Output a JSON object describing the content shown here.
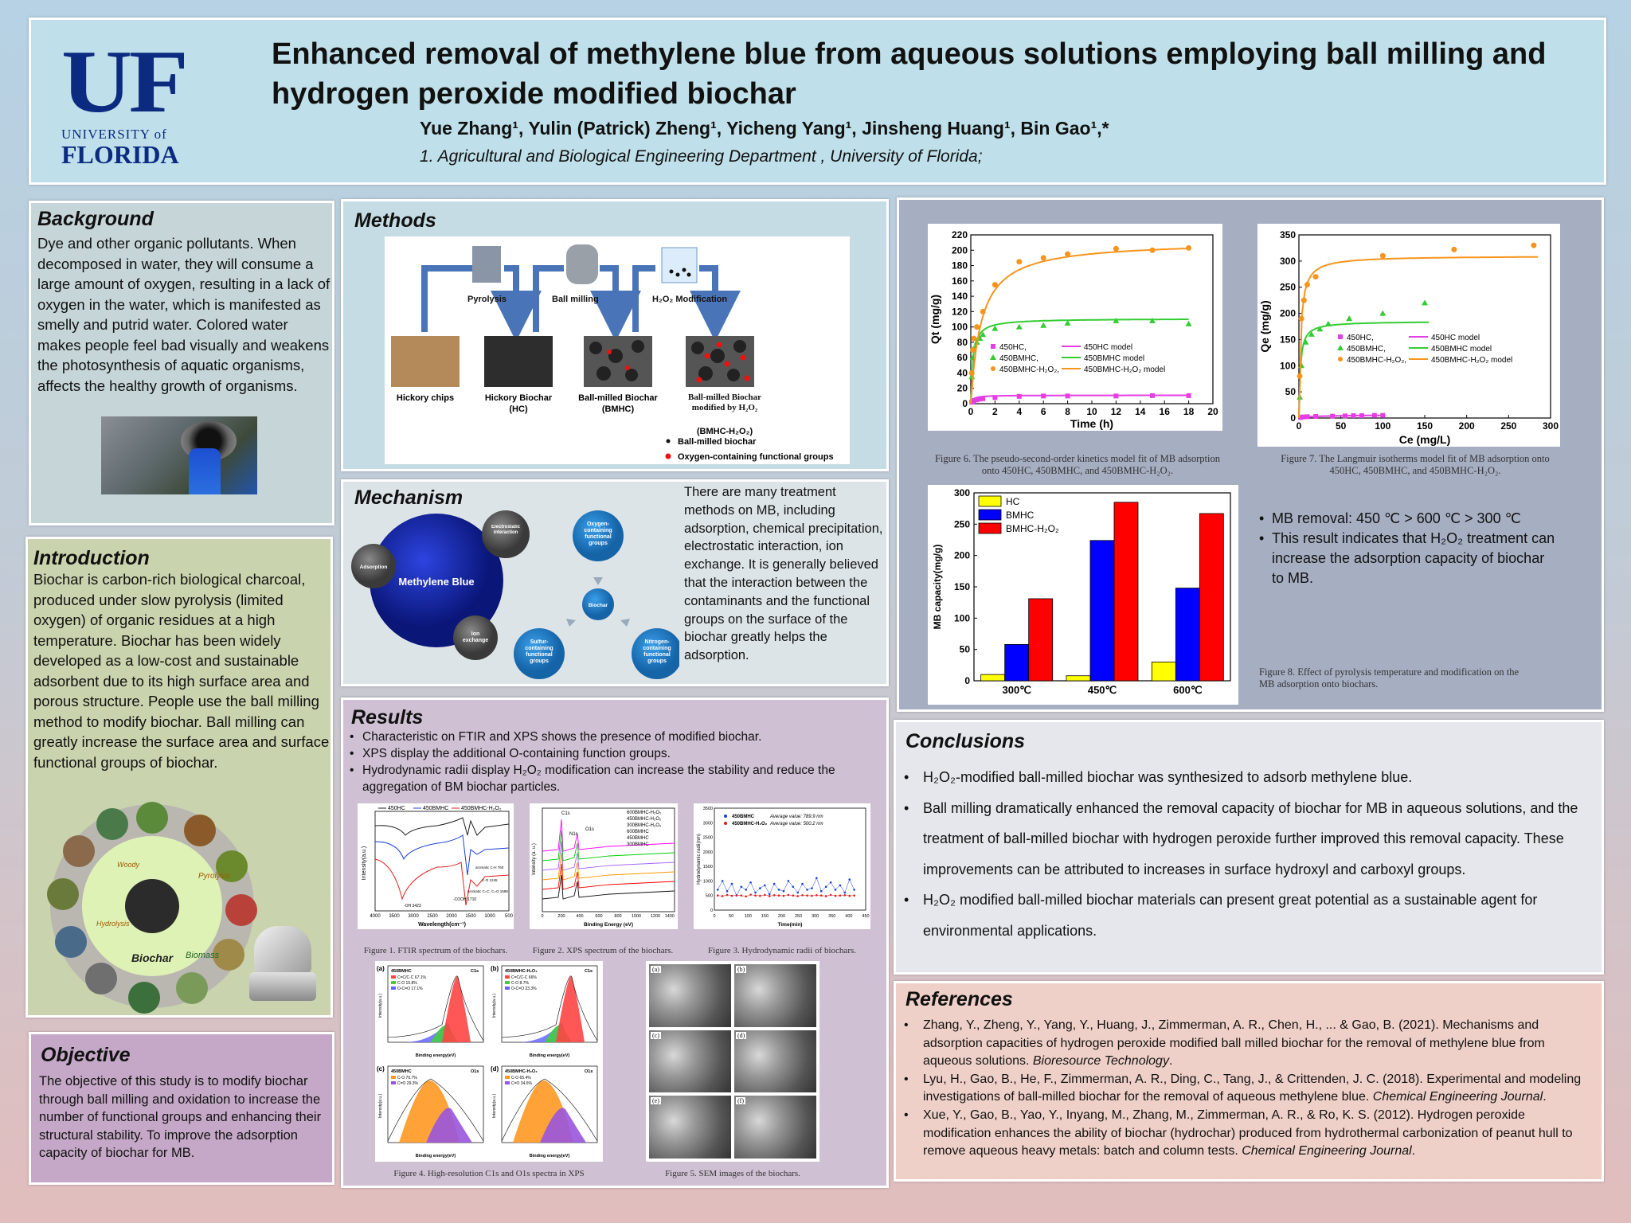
{
  "header": {
    "logo_uf": "UF",
    "logo_university": "UNIVERSITY of",
    "logo_florida": "FLORIDA",
    "title": "Enhanced removal of methylene blue from aqueous solutions employing ball milling and hydrogen peroxide modified biochar",
    "authors": "Yue Zhang¹, Yulin (Patrick) Zheng¹, Yicheng Yang¹, Jinsheng Huang¹, Bin Gao¹,*",
    "affiliation": "1. Agricultural and Biological Engineering Department , University of Florida;"
  },
  "background": {
    "title": "Background",
    "text": "Dye and other organic pollutants. When decomposed in water, they will consume a large amount of oxygen, resulting in a lack of oxygen in the water, which is manifested as smelly and putrid water. Colored water makes people feel bad visually and weakens the photosynthesis of aquatic organisms, affects the healthy growth of organisms."
  },
  "introduction": {
    "title": "Introduction",
    "text": "Biochar is carbon-rich biological charcoal, produced under slow pyrolysis (limited oxygen) of organic residues at a high temperature. Biochar has been widely developed as a low-cost and sustainable adsorbent due to its high surface area and porous structure. People use the ball milling method to modify biochar. Ball milling can greatly increase the surface area and surface functional groups of biochar.",
    "wheel_center": "Biochar",
    "wheel_labels": [
      "Pyrolysis",
      "Biomass",
      "Woody",
      "Hydrolysis"
    ]
  },
  "objective": {
    "title": "Objective",
    "text": "The objective of this study is to modify biochar through ball milling and oxidation to increase the number of functional groups and enhancing their structural stability. To improve the adsorption capacity of biochar for MB."
  },
  "methods": {
    "title": "Methods",
    "steps": [
      "Pyrolysis",
      "Ball milling",
      "H₂O₂ Modification"
    ],
    "stages": [
      {
        "name": "Hickory chips",
        "sub": ""
      },
      {
        "name": "Hickory Biochar",
        "sub": "(HC)"
      },
      {
        "name": "Ball-milled Biochar",
        "sub": "(BMHC)"
      },
      {
        "name": "Ball-milled Biochar modified by H₂O₂",
        "sub": "(BMHC-H₂O₂)"
      }
    ],
    "legend": [
      "Ball-milled biochar",
      "Oxygen-containing functional groups"
    ]
  },
  "mechanism": {
    "title": "Mechanism",
    "nodes": {
      "center": "Methylene Blue",
      "adsorption": "Adsorption",
      "electrostatic": "Electrostatic interaction",
      "ion": "Ion exchange",
      "biochar": "Biochar",
      "oxygen": "Oxygen-containing functional groups",
      "sulfur": "Sulfur-containing functional groups",
      "nitrogen": "Nitrogen-containing functional groups"
    },
    "text": "There are many treatment methods on MB, including adsorption, chemical precipitation, electrostatic interaction, ion exchange. It is generally believed that the interaction between the contaminants and the functional groups on the surface of the biochar greatly helps the adsorption."
  },
  "results": {
    "title": "Results",
    "bullets": [
      "Characteristic on FTIR and XPS shows the presence of modified biochar.",
      "XPS display the additional O-containing function groups.",
      "Hydrodynamic radii display H₂O₂ modification can increase the stability and reduce the aggregation of BM biochar particles."
    ],
    "fig1": {
      "caption": "Figure 1. FTIR spectrum of the biochars.",
      "legend": [
        "450HC",
        "450BMHC",
        "450BMHC-H₂O₂"
      ],
      "ylabel": "Intensity(a.u.)",
      "xlabel": "Wavelength(cm⁻¹)",
      "xticks": [
        "4000",
        "3500",
        "3000",
        "2500",
        "2000",
        "1500",
        "1000",
        "500"
      ],
      "annotations": [
        "-OH 3423",
        "-COOH 1710",
        "aromatic C=C, C=O 1598",
        "aromatic C-H 760",
        "C-O 1245"
      ]
    },
    "fig2": {
      "caption": "Figure 2. XPS spectrum of the biochars.",
      "legend": [
        "600BMHC-H₂O₂",
        "450BMHC-H₂O₂",
        "300BMHC-H₂O₂",
        "600BMHC",
        "450BMHC",
        "300BMHC"
      ],
      "ylabel": "Intensity (a. u.)",
      "xlabel": "Binding Energy (eV)",
      "xticks": [
        "0",
        "200",
        "400",
        "600",
        "800",
        "1000",
        "1200",
        "1400"
      ],
      "peaks": [
        "C1s",
        "N1s",
        "O1s"
      ]
    },
    "fig3": {
      "caption": "Figure 3. Hydrodynamic radii of biochars.",
      "ylabel": "Hydrodynamic radii(nm)",
      "xlabel": "Time(min)",
      "legend": [
        {
          "name": "450BMHC",
          "note": "Average value: 789.9 nm"
        },
        {
          "name": "450BMHC-H₂O₂",
          "note": "Average value: 500.2 nm"
        }
      ],
      "yticks": [
        "0",
        "500",
        "1000",
        "1500",
        "2000",
        "2500",
        "3000",
        "3500"
      ],
      "xticks": [
        "0",
        "50",
        "100",
        "150",
        "200",
        "250",
        "300",
        "350",
        "400",
        "450"
      ]
    },
    "fig4": {
      "caption": "Figure 4. High-resolution C1s and O1s spectra in XPS",
      "panels": [
        {
          "tag": "(a)",
          "sample": "450BMHC",
          "region": "C1s",
          "legend": [
            "C=C/C-C 67.1%",
            "C-O 15.8%",
            "O-C=O 17.1%"
          ]
        },
        {
          "tag": "(b)",
          "sample": "450BMHC-H₂O₂",
          "region": "C1s",
          "legend": [
            "C=C/C-C 66%",
            "C-O 8.7%",
            "O-C=O 23.3%"
          ]
        },
        {
          "tag": "(c)",
          "sample": "450BMHC",
          "region": "O1s",
          "legend": [
            "C-O 70.7%",
            "C=O 29.3%"
          ]
        },
        {
          "tag": "(d)",
          "sample": "450BMHC-H₂O₂",
          "region": "O1s",
          "legend": [
            "C-O 65.4%",
            "C=O 34.6%"
          ]
        }
      ],
      "xlabel": "Binding energy(eV)",
      "ylabel": "Intensity(a.u.)"
    },
    "fig5": {
      "caption": "Figure 5. SEM images of the biochars.",
      "tags": [
        "(a)",
        "(b)",
        "(c)",
        "(d)",
        "(e)",
        "(f)"
      ]
    }
  },
  "chart_data": [
    {
      "type": "line",
      "id": "fig6",
      "title": "",
      "xlabel": "Time (h)",
      "ylabel": "Qt (mg/g)",
      "xlim": [
        0,
        20
      ],
      "ylim": [
        0,
        220
      ],
      "xticks": [
        0,
        2,
        4,
        6,
        8,
        10,
        12,
        14,
        16,
        18,
        20
      ],
      "yticks": [
        0,
        20,
        40,
        60,
        80,
        100,
        120,
        140,
        160,
        180,
        200,
        220
      ],
      "series": [
        {
          "name": "450HC,",
          "model_name": "450HC model",
          "color": "#e43ee4",
          "marker": "square",
          "x": [
            0.08,
            0.17,
            0.25,
            0.5,
            0.75,
            1,
            2,
            4,
            6,
            8,
            12,
            15,
            18
          ],
          "y": [
            2,
            3,
            4,
            5,
            6,
            6.5,
            8,
            9.5,
            10,
            10,
            10,
            10.5,
            10.5
          ],
          "qe": 11,
          "k": 0.5
        },
        {
          "name": "450BMHC,",
          "model_name": "450BMHC model",
          "color": "#33cc33",
          "marker": "triangle",
          "x": [
            0.08,
            0.17,
            0.25,
            0.5,
            0.75,
            1,
            2,
            4,
            6,
            8,
            12,
            15,
            18
          ],
          "y": [
            35,
            60,
            72,
            80,
            85,
            90,
            98,
            100,
            102,
            105,
            108,
            108,
            104
          ],
          "qe": 111,
          "k": 0.055
        },
        {
          "name": "450BMHC-H₂O₂,",
          "model_name": "450BMHC-H₂O₂ model",
          "color": "#f7941d",
          "marker": "circle",
          "x": [
            0.08,
            0.17,
            0.25,
            0.5,
            1,
            2,
            4,
            6,
            8,
            12,
            15,
            18
          ],
          "y": [
            40,
            70,
            85,
            100,
            120,
            155,
            185,
            190,
            195,
            202,
            200,
            203
          ],
          "qe": 212,
          "k": 0.0055
        }
      ]
    },
    {
      "type": "line",
      "id": "fig7",
      "title": "",
      "xlabel": "Ce (mg/L)",
      "ylabel": "Qe (mg/g)",
      "xlim": [
        0,
        300
      ],
      "ylim": [
        0,
        350
      ],
      "xticks": [
        0,
        50,
        100,
        150,
        200,
        250,
        300
      ],
      "yticks": [
        0,
        50,
        100,
        150,
        200,
        250,
        300,
        350
      ],
      "series": [
        {
          "name": "450HC,",
          "model_name": "450HC model",
          "color": "#e43ee4",
          "marker": "square",
          "x": [
            2,
            5,
            10,
            20,
            40,
            55,
            65,
            75,
            90,
            100
          ],
          "y": [
            1,
            2,
            2.5,
            3,
            3.5,
            4,
            4.5,
            4.5,
            5,
            5
          ],
          "qmax": 6,
          "kl": 0.05,
          "xmax": 100
        },
        {
          "name": "450BMHC,",
          "model_name": "450BMHC model",
          "color": "#33cc33",
          "marker": "triangle",
          "x": [
            1,
            3,
            8,
            15,
            25,
            35,
            60,
            100,
            150
          ],
          "y": [
            40,
            100,
            145,
            160,
            170,
            180,
            190,
            200,
            220
          ],
          "qmax": 185,
          "kl": 0.6,
          "xmax": 155
        },
        {
          "name": "450BMHC-H₂O₂,",
          "model_name": "450BMHC-H₂O₂ model",
          "color": "#f7941d",
          "marker": "circle",
          "x": [
            1,
            3,
            6,
            10,
            20,
            100,
            185,
            280
          ],
          "y": [
            80,
            190,
            225,
            255,
            270,
            310,
            322,
            330
          ],
          "qmax": 310,
          "kl": 0.5,
          "xmax": 285
        }
      ]
    },
    {
      "type": "bar",
      "id": "fig8",
      "title": "",
      "xlabel": "",
      "ylabel": "MB capacity(mg/g)",
      "categories": [
        "300℃",
        "450℃",
        "600℃"
      ],
      "ylim": [
        0,
        300
      ],
      "yticks": [
        0,
        50,
        100,
        150,
        200,
        250,
        300
      ],
      "series": [
        {
          "name": "HC",
          "color": "#ffff00",
          "values": [
            10,
            8,
            30
          ]
        },
        {
          "name": "BMHC",
          "color": "#0000ff",
          "values": [
            58,
            224,
            148
          ]
        },
        {
          "name": "BMHC-H₂O₂",
          "color": "#ff0000",
          "values": [
            131,
            285,
            267
          ]
        }
      ]
    }
  ],
  "figs_right": {
    "fig6_caption": "Figure 6. The pseudo-second-order kinetics model fit of MB adsorption onto 450HC, 450BMHC, and 450BMHC-H₂O₂.",
    "fig7_caption": "Figure 7. The Langmuir isotherms model fit of MB adsorption onto 450HC, 450BMHC, and 450BMHC-H₂O₂.",
    "fig8_caption": "Figure 8. Effect of pyrolysis temperature and modification on the MB adsorption onto biochars.",
    "bullets": [
      "MB removal: 450 ℃ > 600 ℃ > 300 ℃",
      "This result indicates that H₂O₂ treatment can increase the adsorption capacity of biochar to MB."
    ]
  },
  "conclusions": {
    "title": "Conclusions",
    "bullets": [
      "H₂O₂-modified ball-milled biochar was synthesized to adsorb methylene blue.",
      "Ball milling dramatically enhanced the removal capacity of biochar for MB in aqueous solutions, and the treatment of ball-milled biochar with hydrogen peroxide further improved this removal capacity. These improvements can be attributed to increases in surface hydroxyl and carboxyl groups.",
      "H₂O₂ modified ball-milled biochar materials can present great potential as a sustainable agent for environmental applications."
    ]
  },
  "references": {
    "title": "References",
    "items": [
      {
        "text": "Zhang, Y., Zheng, Y., Yang, Y., Huang, J., Zimmerman, A. R., Chen, H., ... & Gao, B. (2021). Mechanisms and adsorption capacities of hydrogen peroxide modified ball milled biochar for the removal of methylene blue from aqueous solutions. ",
        "journal": "Bioresource Technology",
        "end": "."
      },
      {
        "text": "Lyu, H., Gao, B., He, F., Zimmerman, A. R., Ding, C., Tang, J., & Crittenden, J. C. (2018). Experimental and modeling investigations of ball-milled biochar for the removal of aqueous methylene blue. ",
        "journal": "Chemical Engineering Journal",
        "end": "."
      },
      {
        "text": "Xue, Y., Gao, B., Yao, Y., Inyang, M., Zhang, M., Zimmerman, A. R., & Ro, K. S. (2012). Hydrogen peroxide modification enhances the ability of biochar (hydrochar) produced from hydrothermal carbonization of peanut hull to remove aqueous heavy metals: batch and column tests. ",
        "journal": "Chemical Engineering Journal",
        "end": "."
      }
    ]
  }
}
